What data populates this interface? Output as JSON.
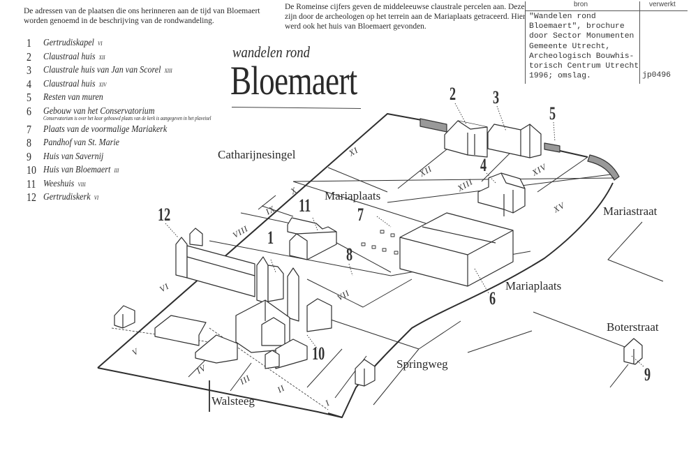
{
  "intro": {
    "left": "De adressen van de plaatsen die ons herinneren aan de tijd van Bloemaert worden genoemd in de beschrijving van de rondwandeling.",
    "middle": "De Romeinse cijfers geven de middeleeuwse claustrale percelen aan. Deze zijn door de archeologen op het terrein  aan de Mariaplaats getraceerd. Hier werd ook het huis van Bloemaert gevonden."
  },
  "source_card": {
    "col_source": "bron",
    "col_processed": "verwerkt",
    "text": "\"Wandelen rond\nBloemaert\", brochure\ndoor Sector Monumenten\nGemeente Utrecht,\nArcheologisch Bouwhis-\ntorisch Centrum Utrecht\n1996; omslag.",
    "code": "jp0496"
  },
  "title": {
    "small": "wandelen rond",
    "big": "Bloemaert"
  },
  "legend": [
    {
      "num": "1",
      "label": "Gertrudiskapel",
      "plot": "VI"
    },
    {
      "num": "2",
      "label": "Claustraal huis",
      "plot": "XII"
    },
    {
      "num": "3",
      "label": "Claustrale huis van Jan van Scorel",
      "plot": "XIII"
    },
    {
      "num": "4",
      "label": "Claustraal huis",
      "plot": "XIV"
    },
    {
      "num": "5",
      "label": "Resten van muren",
      "plot": ""
    },
    {
      "num": "6",
      "label": "Gebouw van het Conservatorium",
      "plot": "",
      "note": "Conservatorium is over het koor gebouwd  plaats van de kerk is aangegeven in het plaveisel"
    },
    {
      "num": "7",
      "label": "Plaats van de voormalige Mariakerk",
      "plot": ""
    },
    {
      "num": "8",
      "label": "Pandhof van St. Marie",
      "plot": ""
    },
    {
      "num": "9",
      "label": "Huis van Savernij",
      "plot": ""
    },
    {
      "num": "10",
      "label": "Huis van Bloemaert",
      "plot": "III"
    },
    {
      "num": "11",
      "label": "Weeshuis",
      "plot": "VIII"
    },
    {
      "num": "12",
      "label": "Gertrudiskerk",
      "plot": "VI"
    }
  ],
  "streets": {
    "catharijnesingel": "Catharijnesingel",
    "mariaplaats_top": "Mariaplaats",
    "mariaplaats_bottom": "Mariaplaats",
    "mariastraat": "Mariastraat",
    "boterstraat": "Boterstraat",
    "springweg": "Springweg",
    "walsteeg": "Walsteeg"
  },
  "map_markers": [
    "1",
    "2",
    "3",
    "4",
    "5",
    "6",
    "7",
    "8",
    "9",
    "10",
    "11",
    "12"
  ],
  "plots": [
    "I",
    "II",
    "III",
    "IV",
    "V",
    "VI",
    "VII",
    "VIII",
    "IX",
    "X",
    "XI",
    "XII",
    "XIII",
    "XIV",
    "XV"
  ]
}
